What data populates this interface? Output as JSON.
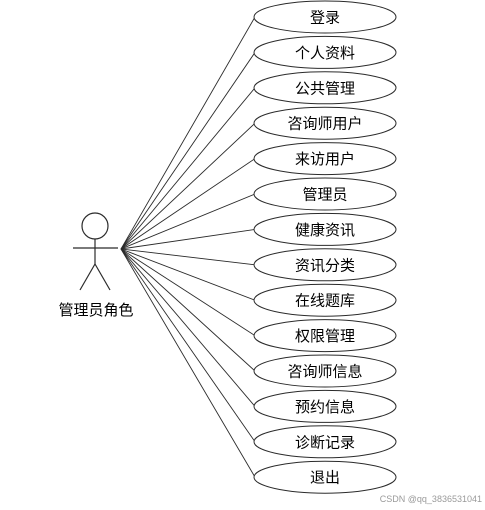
{
  "actor": {
    "label": "管理员角色"
  },
  "use_cases": [
    {
      "label": "登录"
    },
    {
      "label": "个人资料"
    },
    {
      "label": "公共管理"
    },
    {
      "label": "咨询师用户"
    },
    {
      "label": "来访用户"
    },
    {
      "label": "管理员"
    },
    {
      "label": "健康资讯"
    },
    {
      "label": "资讯分类"
    },
    {
      "label": "在线题库"
    },
    {
      "label": "权限管理"
    },
    {
      "label": "咨询师信息"
    },
    {
      "label": "预约信息"
    },
    {
      "label": "诊断记录"
    },
    {
      "label": "退出"
    }
  ],
  "watermark": "CSDN @qq_3836531041",
  "colors": {
    "line": "#2b2b2b",
    "ellipse_fill": "#ffffff",
    "ellipse_stroke": "#2b2b2b"
  }
}
